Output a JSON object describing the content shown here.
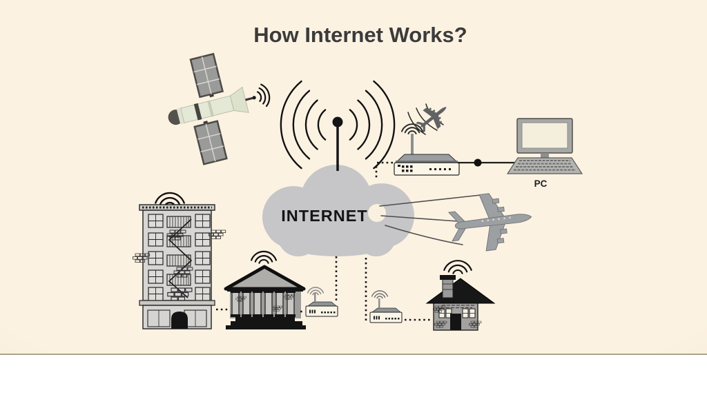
{
  "scene": {
    "title": "How Internet Works?",
    "cloud_label": "INTERNET",
    "pc_label": "PC"
  },
  "colors": {
    "background": "#faf0df",
    "cloud": "#c6c5c7",
    "ink": "#1b1b1b",
    "device_gray": "#9da0a3",
    "building_gray": "#d7d6d4",
    "footer": "#ffffff"
  },
  "icons": {
    "satellite": "orbital satellite with solar panels emitting signal",
    "antenna": "broadcast antenna with radio waves over the cloud",
    "internet_cloud": "gray cloud labeled INTERNET",
    "wifi_router": "wireless router linked to the cloud and PC",
    "pc": "desktop computer with keyboard",
    "small_airplane": "small airplane with motion trails above router",
    "large_airplane": "airliner top view flying from the cloud",
    "apartment_building": "multi-story building with wifi signal",
    "bank": "classical bank building with wifi signal",
    "house": "family house with wifi signal",
    "modem_bank": "small modem with antenna serving the bank",
    "modem_house": "small modem with antenna serving the house"
  }
}
